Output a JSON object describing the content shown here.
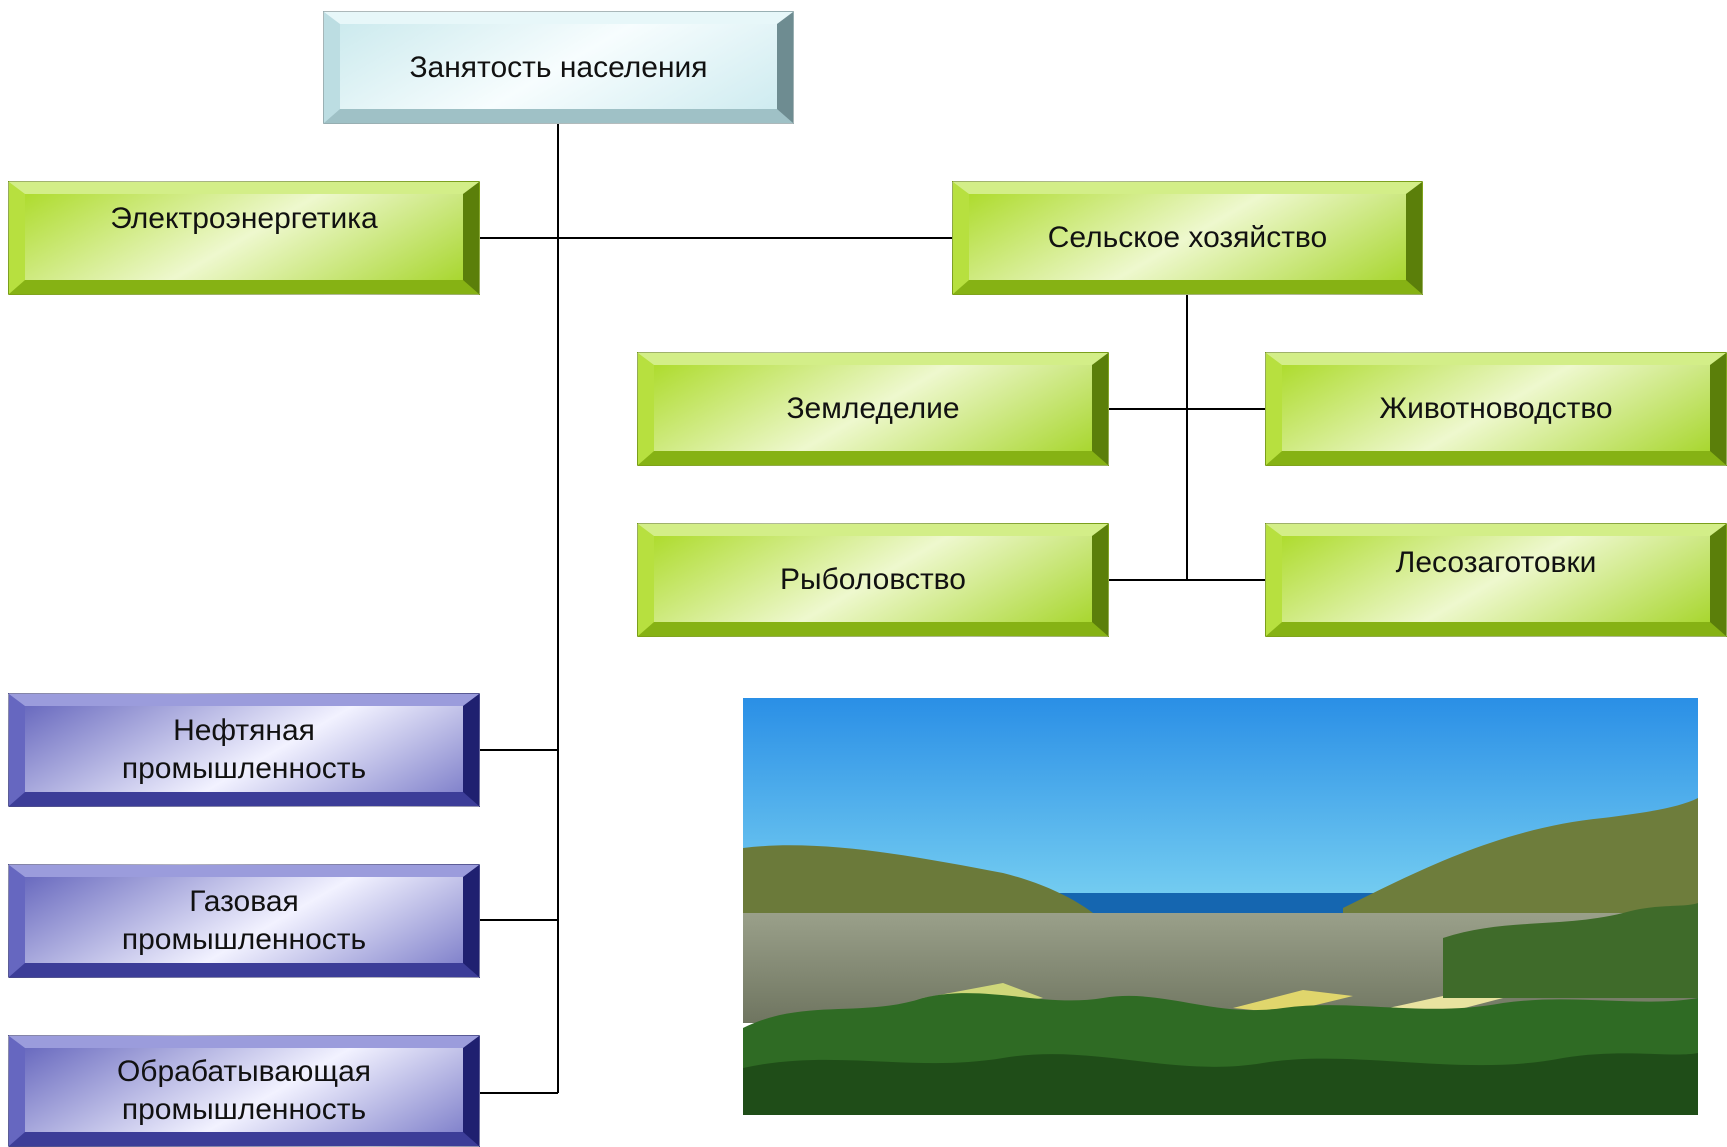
{
  "nodes": {
    "root": "Занятость населения",
    "electro": "Электроэнергетика",
    "agri": "Сельское хозяйство",
    "farming": "Земледелие",
    "livestock": "Животноводство",
    "fishing": "Рыболовство",
    "logging": "Лесозаготовки",
    "oil": "Нефтяная\nпромышленность",
    "gas": "Газовая\nпромышленность",
    "manuf": "Обрабатывающая\nпромышленность"
  },
  "photo": {
    "subject": "valley-with-fields-and-sea",
    "colors": {
      "sky_top": "#2a8fe6",
      "sky_bottom": "#7cd3f2",
      "sea": "#1566b0",
      "hills": "#6b7a3a",
      "fields": "#8a9176",
      "trees": "#2f6b24"
    }
  },
  "colors": {
    "root_box": "#c7e8ec",
    "green_box": "#a6d81a",
    "blue_box": "#5a5bb8",
    "connector": "#000000"
  }
}
